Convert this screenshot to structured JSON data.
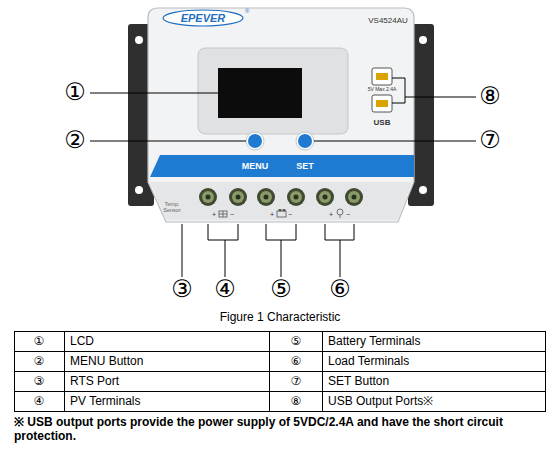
{
  "diagram": {
    "caption": "Figure 1 Characteristic",
    "labels": [
      "EPEVER",
      "®",
      "VS4524AU",
      "5V Max 2.4A",
      "USB",
      "MENU",
      "SET",
      "Temp. Sensor",
      "+",
      "−",
      "+",
      "−",
      "+",
      "−",
      "①",
      "②",
      "③",
      "④",
      "⑤",
      "⑥",
      "⑦",
      "⑧",
      "①",
      "LCD",
      "⑤",
      "Battery Terminals",
      "②",
      "MENU Button",
      "⑥",
      "Load Terminals",
      "③",
      "RTS Port",
      "⑦",
      "SET Button",
      "④",
      "PV Terminals",
      "⑧",
      "USB Output Ports※",
      "※ USB output ports provide the power supply of 5VDC/2.4A and have the short circuit protection."
    ]
  }
}
